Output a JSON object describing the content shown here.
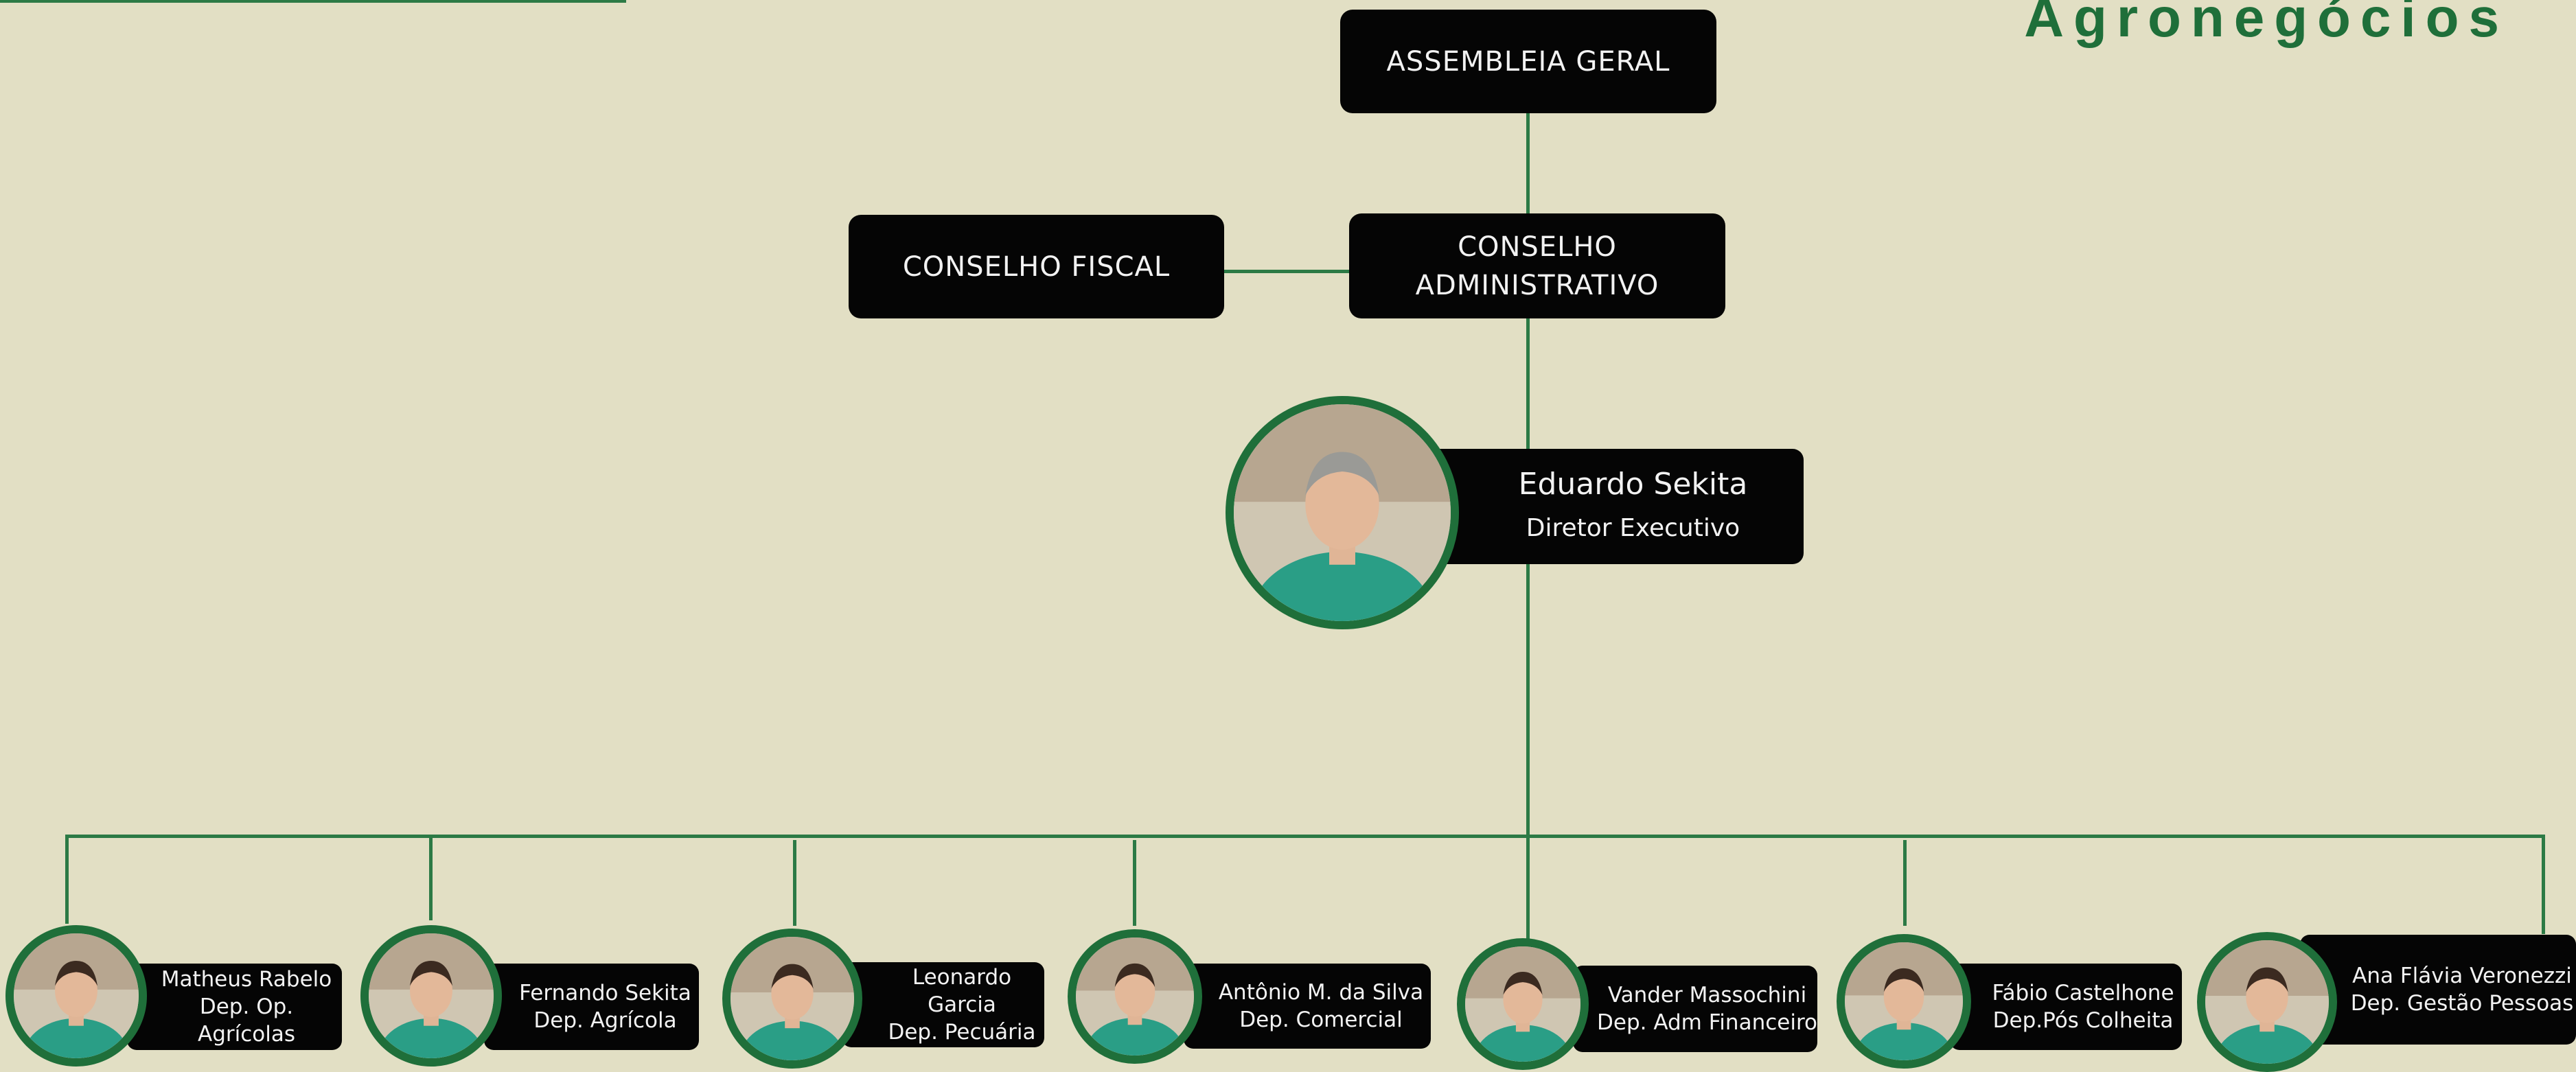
{
  "brand": {
    "text": "Agronegócios",
    "color": "#1f6f3a"
  },
  "colors": {
    "background": "#e2dfc4",
    "connector": "#2c7a45",
    "box": "#050505",
    "photo_ring": "#1f6f3a"
  },
  "org": {
    "assembleia": "ASSEMBLEIA GERAL",
    "fiscal": "CONSELHO FISCAL",
    "administrativo": [
      "CONSELHO",
      "ADMINISTRATIVO"
    ],
    "executive": {
      "name": "Eduardo Sekita",
      "role": "Diretor Executivo",
      "photo": "person-photo"
    },
    "departments": [
      {
        "name": "Matheus Rabelo",
        "dept": "Dep. Op. Agrícolas",
        "photo": "person-photo"
      },
      {
        "name": "Fernando Sekita",
        "dept": "Dep. Agrícola",
        "photo": "person-photo"
      },
      {
        "name": "Leonardo Garcia",
        "dept": "Dep. Pecuária",
        "photo": "person-photo"
      },
      {
        "name": "Antônio M. da Silva",
        "dept": "Dep. Comercial",
        "photo": "person-photo"
      },
      {
        "name": "Vander Massochini",
        "dept": "Dep. Adm Financeiro",
        "photo": "person-photo"
      },
      {
        "name": "Fábio Castelhone",
        "dept": "Dep.Pós Colheita",
        "photo": "person-photo"
      },
      {
        "name": "Ana Flávia Veronezzi",
        "dept": "Dep. Gestão Pessoas",
        "photo": "person-photo"
      }
    ]
  }
}
